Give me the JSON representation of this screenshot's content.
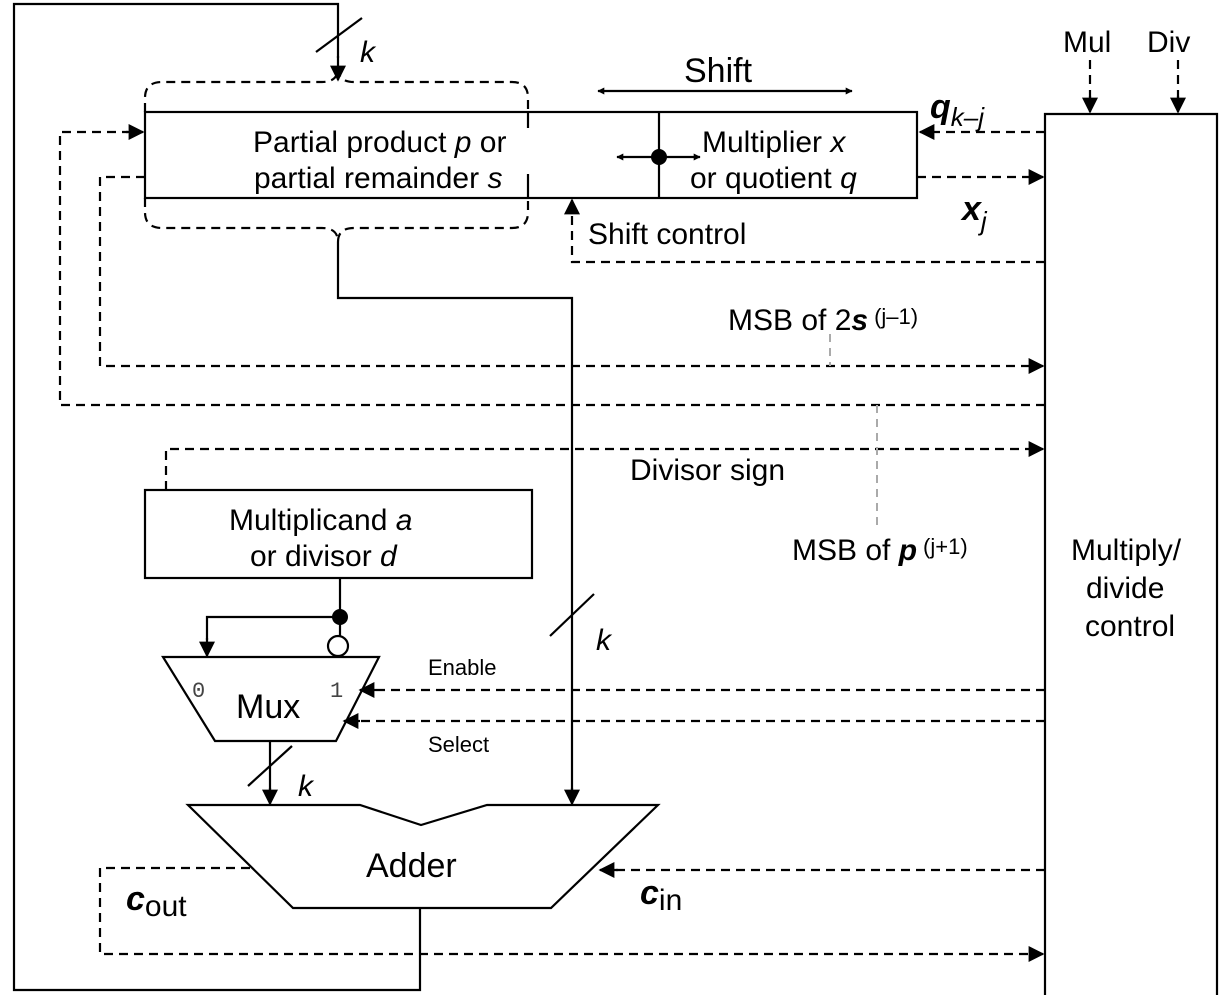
{
  "registers": {
    "top_left_line1": "Partial product ",
    "top_left_line1_var": "p",
    "top_left_line1_tail": " or",
    "top_left_line2": "partial remainder ",
    "top_left_line2_var": "s",
    "top_right_line1": "Multiplier ",
    "top_right_line1_var": "x",
    "top_right_line2": "or quotient ",
    "top_right_line2_var": "q",
    "multiplicand_line1": "Multiplicand ",
    "multiplicand_line1_var": "a",
    "multiplicand_line2": "or divisor ",
    "multiplicand_line2_var": "d"
  },
  "blocks": {
    "mux": "Mux",
    "mux_in0": "0",
    "mux_in1": "1",
    "adder": "Adder",
    "control_line1": "Multiply/",
    "control_line2": "divide",
    "control_line3": "control"
  },
  "signals": {
    "mul": "Mul",
    "div": "Div",
    "shift": "Shift",
    "shift_control": "Shift control",
    "q_base": "q",
    "q_sub": "k–j",
    "x_base": "x",
    "x_sub": "j",
    "msb_2s_pre": "MSB of 2",
    "msb_2s_var": "s",
    "msb_2s_sup": "(j–1)",
    "msb_p_pre": "MSB of ",
    "msb_p_var": "p",
    "msb_p_sup": "(j+1)",
    "divisor_sign": "Divisor sign",
    "enable": "Enable",
    "select": "Select",
    "c_out_base": "c",
    "c_out_sub": "out",
    "c_in_base": "c",
    "c_in_sub": "in"
  },
  "bus_width": "k"
}
